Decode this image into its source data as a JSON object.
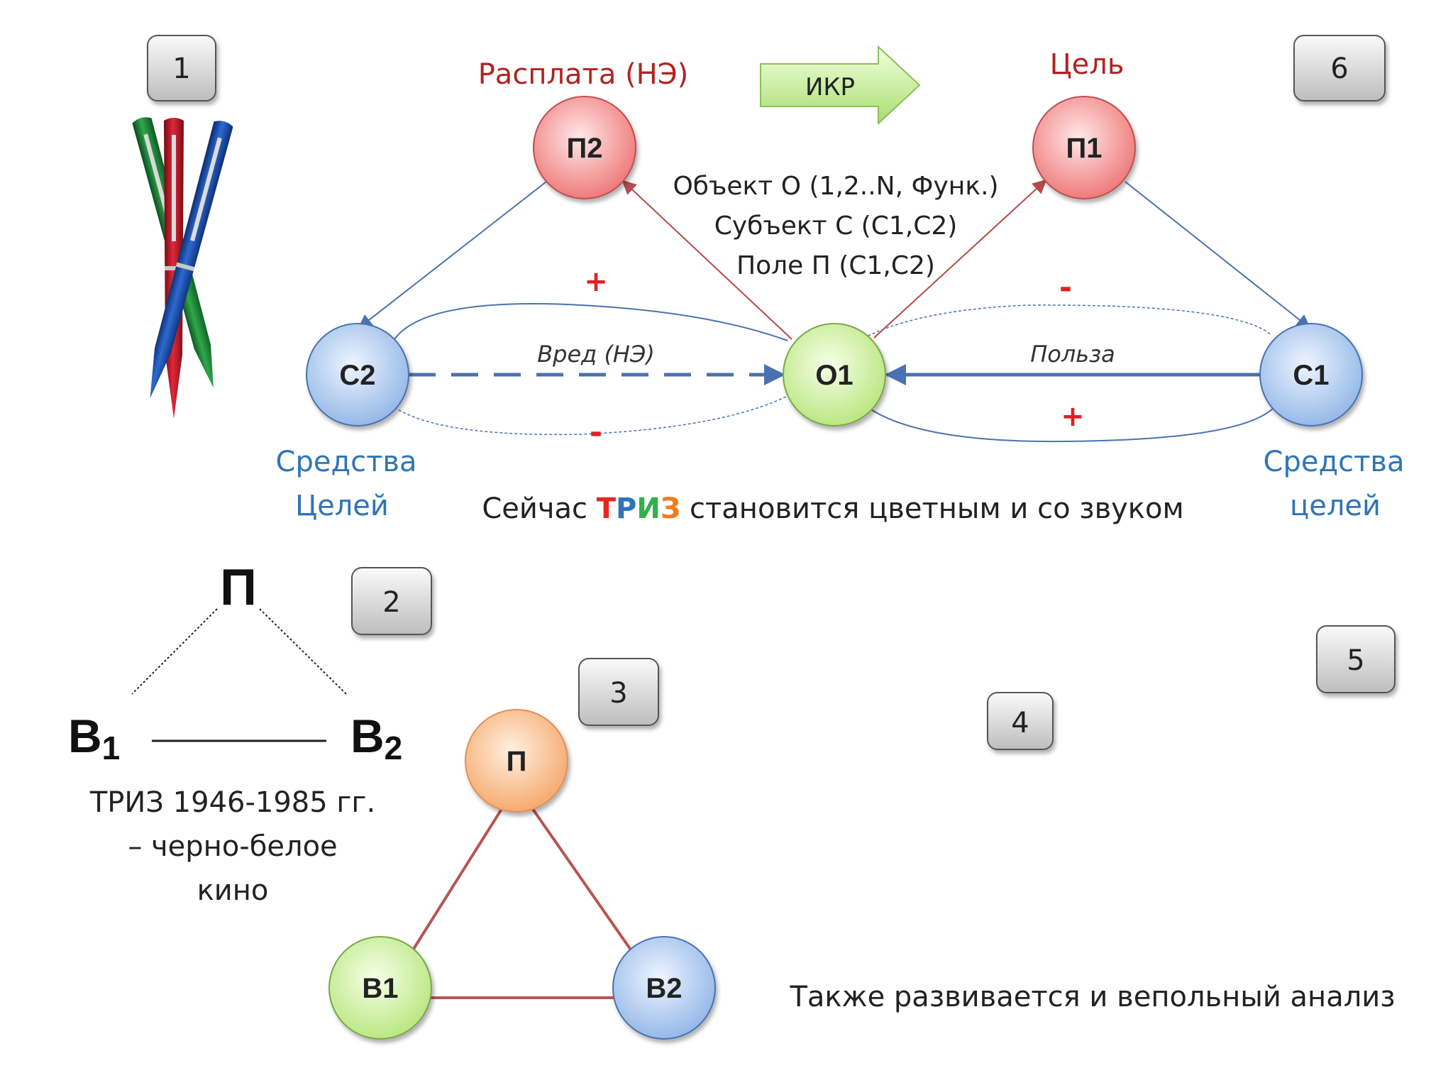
{
  "badges": [
    "1",
    "2",
    "3",
    "4",
    "5",
    "6"
  ],
  "top_diagram": {
    "ikr_label": "ИКР",
    "payment_label": "Расплата (НЭ)",
    "goal_label": "Цель",
    "nodes": {
      "p2": "П2",
      "p1": "П1",
      "c2": "С2",
      "o1": "О1",
      "c1": "С1"
    },
    "description": [
      "Объект  О (1,2..N, Функ.)",
      "Субъект С (С1,С2)",
      "Поле П (С1,С2)"
    ],
    "harm_label": "Вред (НЭ)",
    "benefit_label": "Польза",
    "signs": {
      "left_top": "+",
      "left_bottom": "-",
      "right_top": "-",
      "right_bottom": "+"
    },
    "means_left": [
      "Средства",
      "Целей"
    ],
    "means_right": [
      "Средства",
      "целей"
    ]
  },
  "caption": {
    "before": "Сейчас ",
    "letters": [
      {
        "char": "Т",
        "color": "#e8281e"
      },
      {
        "char": "Р",
        "color": "#e8281e"
      },
      {
        "char": "И",
        "color": "#2fb24a"
      },
      {
        "char": "З",
        "color": "#f07d1a"
      }
    ],
    "after": " становится цветным и со звуком"
  },
  "old_diagram": {
    "top": "П",
    "left_main": "В",
    "left_sub": "1",
    "right_main": "В",
    "right_sub": "2",
    "caption": [
      "ТРИЗ  1946-1985 гг.",
      "– черно-белое",
      "кино"
    ]
  },
  "new_triangle": {
    "top": "П",
    "left": "В1",
    "right": "В2"
  },
  "bottom_caption": "Также развивается и вепольный анализ",
  "colors": {
    "red_text": "#b22222",
    "blue_text": "#2e75b6",
    "arrow_blue": "#4a72b0",
    "arrow_red": "#b54a4a",
    "triangle_line": "#b85450"
  }
}
